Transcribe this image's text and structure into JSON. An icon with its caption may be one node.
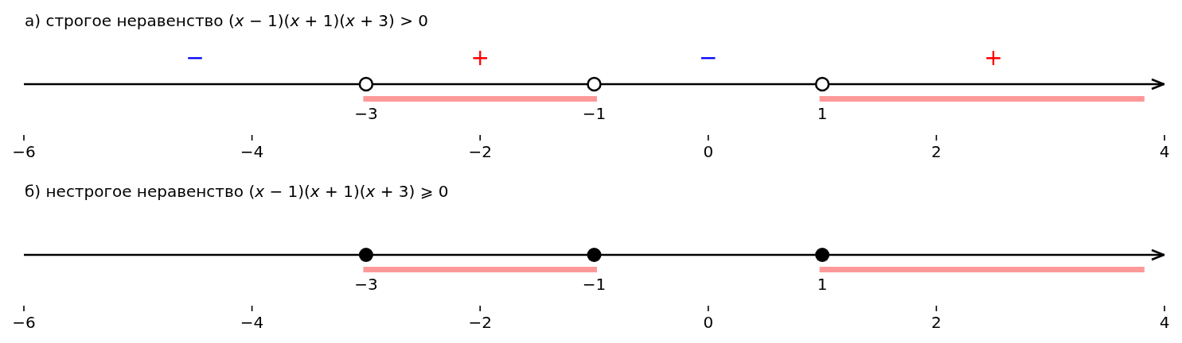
{
  "diagram": {
    "labels": [
      "а) строгое неравенство (*x* − 1)(*x* + 1)(*x* + 3) > 0",
      "−",
      "+",
      "−",
      "+",
      "−3",
      "−1",
      "1",
      "−6",
      "−4",
      "−2",
      "0",
      "2",
      "4",
      "б) нестрогое неравенство (*x* − 1)(*x* + 1)(*x* + 3) ⩾ 0",
      "−3",
      "−1",
      "1",
      "−6",
      "−4",
      "−2",
      "0",
      "2",
      "4"
    ]
  }
}
